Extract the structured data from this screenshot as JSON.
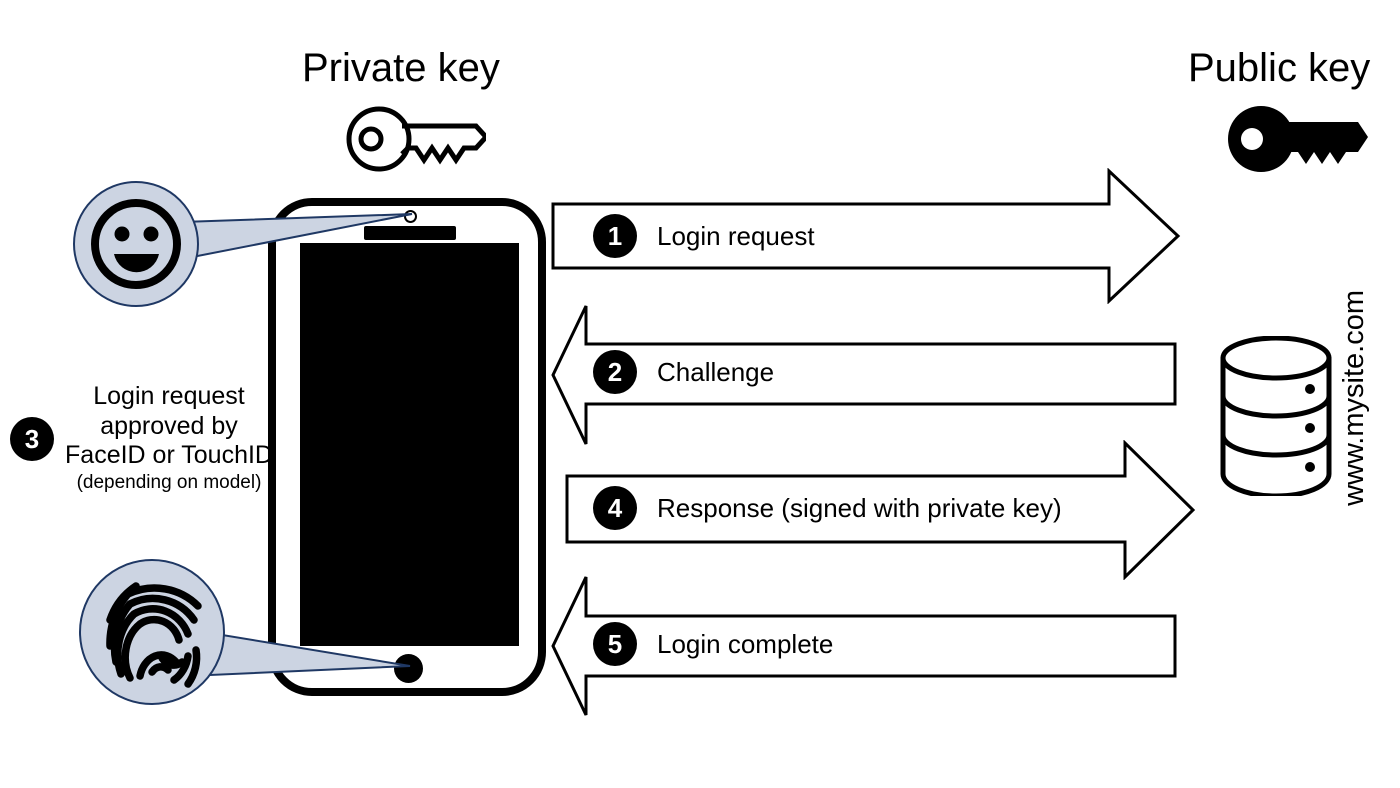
{
  "diagram": {
    "title_left": "Private key",
    "title_right": "Public key",
    "site": "www.mysite.com"
  },
  "icons": {
    "private_key": "key-outline-icon",
    "public_key": "key-solid-icon",
    "face": "smiley-face-icon",
    "fingerprint": "fingerprint-icon",
    "database": "database-cylinder-icon",
    "phone": "smartphone-icon"
  },
  "steps": [
    {
      "number": "1",
      "label": "Login request",
      "direction": "right"
    },
    {
      "number": "2",
      "label": "Challenge",
      "direction": "left"
    },
    {
      "number": "4",
      "label": "Response (signed with private key)",
      "direction": "right"
    },
    {
      "number": "5",
      "label": "Login complete",
      "direction": "left"
    }
  ],
  "step3": {
    "number": "3",
    "line1": "Login request",
    "line2": "approved by",
    "line3": "FaceID or TouchID",
    "line4": "(depending on model)"
  },
  "colors": {
    "ink": "#000000",
    "callout_fill": "#ccd4e2",
    "callout_stroke": "#1f3864",
    "background": "#ffffff"
  }
}
